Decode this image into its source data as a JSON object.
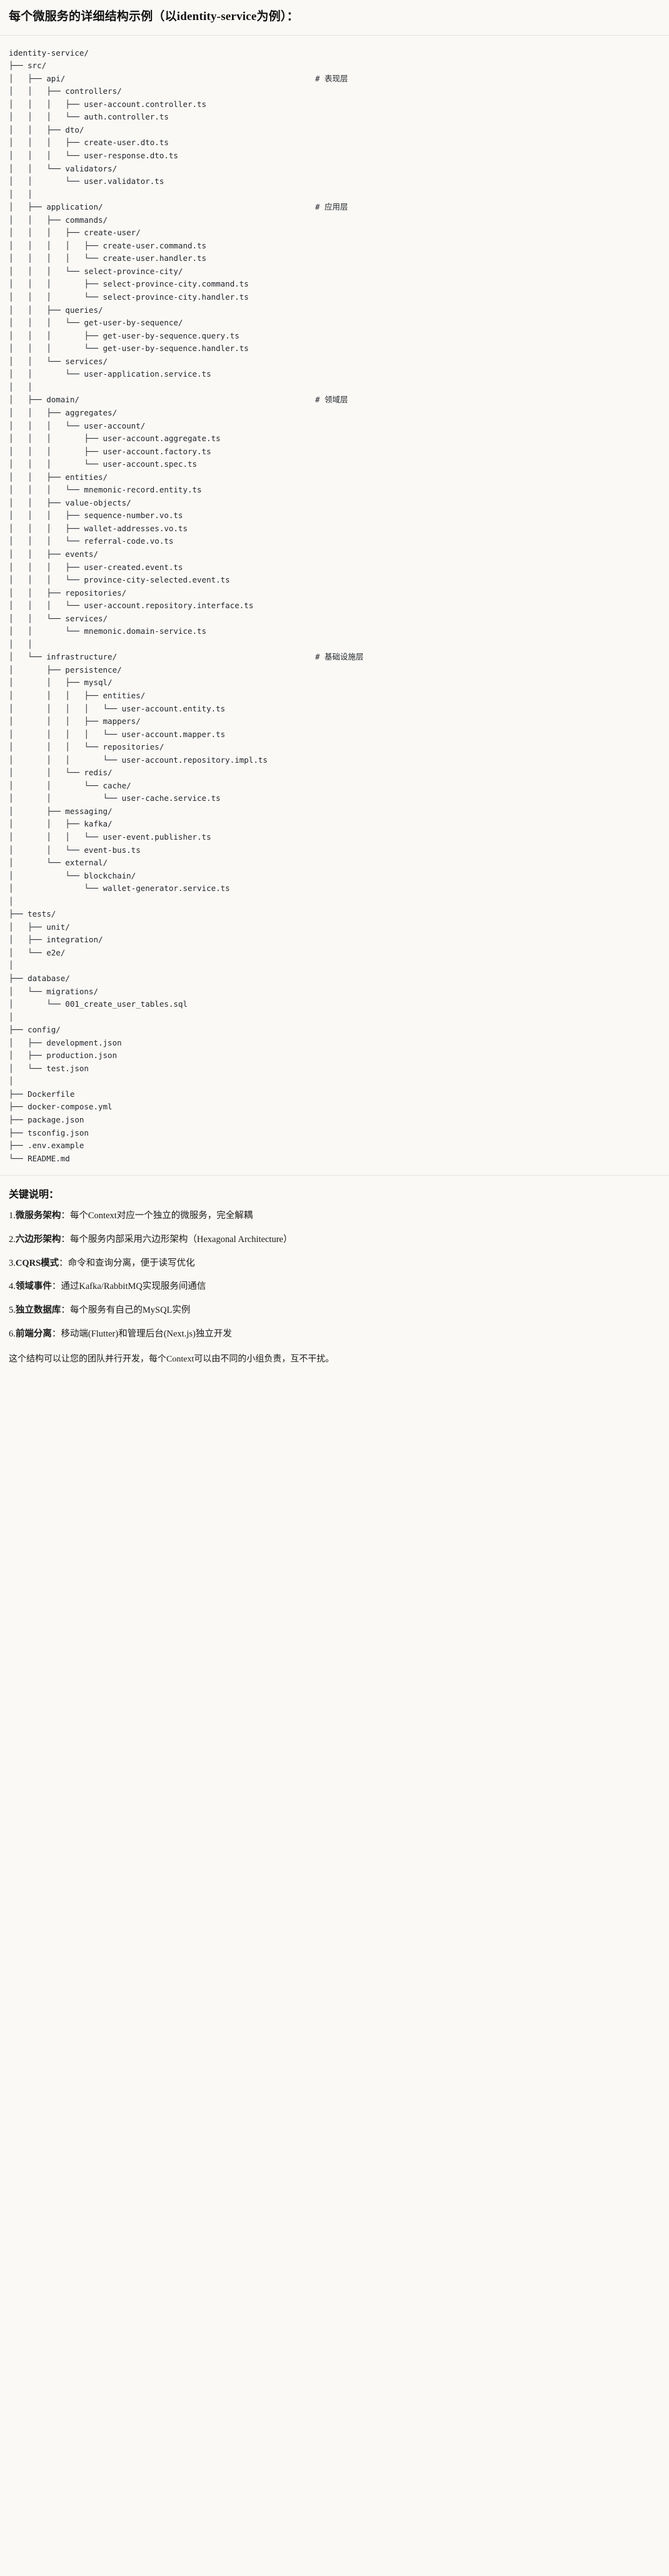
{
  "header": {
    "title": "每个微服务的详细结构示例（以identity-service为例）："
  },
  "tree": {
    "root": "identity-service/",
    "rows": [
      {
        "path": "identity-service/",
        "comment": ""
      },
      {
        "path": "├── src/",
        "comment": ""
      },
      {
        "path": "│   ├── api/",
        "comment": "# 表现层"
      },
      {
        "path": "│   │   ├── controllers/",
        "comment": ""
      },
      {
        "path": "│   │   │   ├── user-account.controller.ts",
        "comment": ""
      },
      {
        "path": "│   │   │   └── auth.controller.ts",
        "comment": ""
      },
      {
        "path": "│   │   ├── dto/",
        "comment": ""
      },
      {
        "path": "│   │   │   ├── create-user.dto.ts",
        "comment": ""
      },
      {
        "path": "│   │   │   └── user-response.dto.ts",
        "comment": ""
      },
      {
        "path": "│   │   └── validators/",
        "comment": ""
      },
      {
        "path": "│   │       └── user.validator.ts",
        "comment": ""
      },
      {
        "path": "│   │",
        "comment": ""
      },
      {
        "path": "│   ├── application/",
        "comment": "# 应用层"
      },
      {
        "path": "│   │   ├── commands/",
        "comment": ""
      },
      {
        "path": "│   │   │   ├── create-user/",
        "comment": ""
      },
      {
        "path": "│   │   │   │   ├── create-user.command.ts",
        "comment": ""
      },
      {
        "path": "│   │   │   │   └── create-user.handler.ts",
        "comment": ""
      },
      {
        "path": "│   │   │   └── select-province-city/",
        "comment": ""
      },
      {
        "path": "│   │   │       ├── select-province-city.command.ts",
        "comment": ""
      },
      {
        "path": "│   │   │       └── select-province-city.handler.ts",
        "comment": ""
      },
      {
        "path": "│   │   ├── queries/",
        "comment": ""
      },
      {
        "path": "│   │   │   └── get-user-by-sequence/",
        "comment": ""
      },
      {
        "path": "│   │   │       ├── get-user-by-sequence.query.ts",
        "comment": ""
      },
      {
        "path": "│   │   │       └── get-user-by-sequence.handler.ts",
        "comment": ""
      },
      {
        "path": "│   │   └── services/",
        "comment": ""
      },
      {
        "path": "│   │       └── user-application.service.ts",
        "comment": ""
      },
      {
        "path": "│   │",
        "comment": ""
      },
      {
        "path": "│   ├── domain/",
        "comment": "# 领域层"
      },
      {
        "path": "│   │   ├── aggregates/",
        "comment": ""
      },
      {
        "path": "│   │   │   └── user-account/",
        "comment": ""
      },
      {
        "path": "│   │   │       ├── user-account.aggregate.ts",
        "comment": ""
      },
      {
        "path": "│   │   │       ├── user-account.factory.ts",
        "comment": ""
      },
      {
        "path": "│   │   │       └── user-account.spec.ts",
        "comment": ""
      },
      {
        "path": "│   │   ├── entities/",
        "comment": ""
      },
      {
        "path": "│   │   │   └── mnemonic-record.entity.ts",
        "comment": ""
      },
      {
        "path": "│   │   ├── value-objects/",
        "comment": ""
      },
      {
        "path": "│   │   │   ├── sequence-number.vo.ts",
        "comment": ""
      },
      {
        "path": "│   │   │   ├── wallet-addresses.vo.ts",
        "comment": ""
      },
      {
        "path": "│   │   │   └── referral-code.vo.ts",
        "comment": ""
      },
      {
        "path": "│   │   ├── events/",
        "comment": ""
      },
      {
        "path": "│   │   │   ├── user-created.event.ts",
        "comment": ""
      },
      {
        "path": "│   │   │   └── province-city-selected.event.ts",
        "comment": ""
      },
      {
        "path": "│   │   ├── repositories/",
        "comment": ""
      },
      {
        "path": "│   │   │   └── user-account.repository.interface.ts",
        "comment": ""
      },
      {
        "path": "│   │   └── services/",
        "comment": ""
      },
      {
        "path": "│   │       └── mnemonic.domain-service.ts",
        "comment": ""
      },
      {
        "path": "│   │",
        "comment": ""
      },
      {
        "path": "│   └── infrastructure/",
        "comment": "# 基础设施层"
      },
      {
        "path": "│       ├── persistence/",
        "comment": ""
      },
      {
        "path": "│       │   ├── mysql/",
        "comment": ""
      },
      {
        "path": "│       │   │   ├── entities/",
        "comment": ""
      },
      {
        "path": "│       │   │   │   └── user-account.entity.ts",
        "comment": ""
      },
      {
        "path": "│       │   │   ├── mappers/",
        "comment": ""
      },
      {
        "path": "│       │   │   │   └── user-account.mapper.ts",
        "comment": ""
      },
      {
        "path": "│       │   │   └── repositories/",
        "comment": ""
      },
      {
        "path": "│       │   │       └── user-account.repository.impl.ts",
        "comment": ""
      },
      {
        "path": "│       │   └── redis/",
        "comment": ""
      },
      {
        "path": "│       │       └── cache/",
        "comment": ""
      },
      {
        "path": "│       │           └── user-cache.service.ts",
        "comment": ""
      },
      {
        "path": "│       ├── messaging/",
        "comment": ""
      },
      {
        "path": "│       │   ├── kafka/",
        "comment": ""
      },
      {
        "path": "│       │   │   └── user-event.publisher.ts",
        "comment": ""
      },
      {
        "path": "│       │   └── event-bus.ts",
        "comment": ""
      },
      {
        "path": "│       └── external/",
        "comment": ""
      },
      {
        "path": "│           └── blockchain/",
        "comment": ""
      },
      {
        "path": "│               └── wallet-generator.service.ts",
        "comment": ""
      },
      {
        "path": "│",
        "comment": ""
      },
      {
        "path": "├── tests/",
        "comment": ""
      },
      {
        "path": "│   ├── unit/",
        "comment": ""
      },
      {
        "path": "│   ├── integration/",
        "comment": ""
      },
      {
        "path": "│   └── e2e/",
        "comment": ""
      },
      {
        "path": "│",
        "comment": ""
      },
      {
        "path": "├── database/",
        "comment": ""
      },
      {
        "path": "│   └── migrations/",
        "comment": ""
      },
      {
        "path": "│       └── 001_create_user_tables.sql",
        "comment": ""
      },
      {
        "path": "│",
        "comment": ""
      },
      {
        "path": "├── config/",
        "comment": ""
      },
      {
        "path": "│   ├── development.json",
        "comment": ""
      },
      {
        "path": "│   ├── production.json",
        "comment": ""
      },
      {
        "path": "│   └── test.json",
        "comment": ""
      },
      {
        "path": "│",
        "comment": ""
      },
      {
        "path": "├── Dockerfile",
        "comment": ""
      },
      {
        "path": "├── docker-compose.yml",
        "comment": ""
      },
      {
        "path": "├── package.json",
        "comment": ""
      },
      {
        "path": "├── tsconfig.json",
        "comment": ""
      },
      {
        "path": "├── .env.example",
        "comment": ""
      },
      {
        "path": "└── README.md",
        "comment": ""
      }
    ]
  },
  "notes": {
    "title": "关键说明：",
    "items": [
      {
        "num": "1.",
        "term": "微服务架构",
        "sep": "：",
        "desc": "每个Context对应一个独立的微服务，完全解耦"
      },
      {
        "num": "2.",
        "term": "六边形架构",
        "sep": "：",
        "desc": "每个服务内部采用六边形架构（Hexagonal Architecture）"
      },
      {
        "num": "3.",
        "term": "CQRS模式",
        "sep": "：",
        "desc": "命令和查询分离，便于读写优化"
      },
      {
        "num": "4.",
        "term": "领域事件",
        "sep": "：",
        "desc": "通过Kafka/RabbitMQ实现服务间通信"
      },
      {
        "num": "5.",
        "term": "独立数据库",
        "sep": "：",
        "desc": "每个服务有自己的MySQL实例"
      },
      {
        "num": "6.",
        "term": "前端分离",
        "sep": "：",
        "desc": "移动端(Flutter)和管理后台(Next.js)独立开发"
      }
    ],
    "closing": "这个结构可以让您的团队并行开发，每个Context可以由不同的小组负责，互不干扰。"
  },
  "colors": {
    "background": "#faf9f6",
    "text": "#1a1a1a",
    "code_text": "#1f2328",
    "divider": "#e6e4df"
  }
}
